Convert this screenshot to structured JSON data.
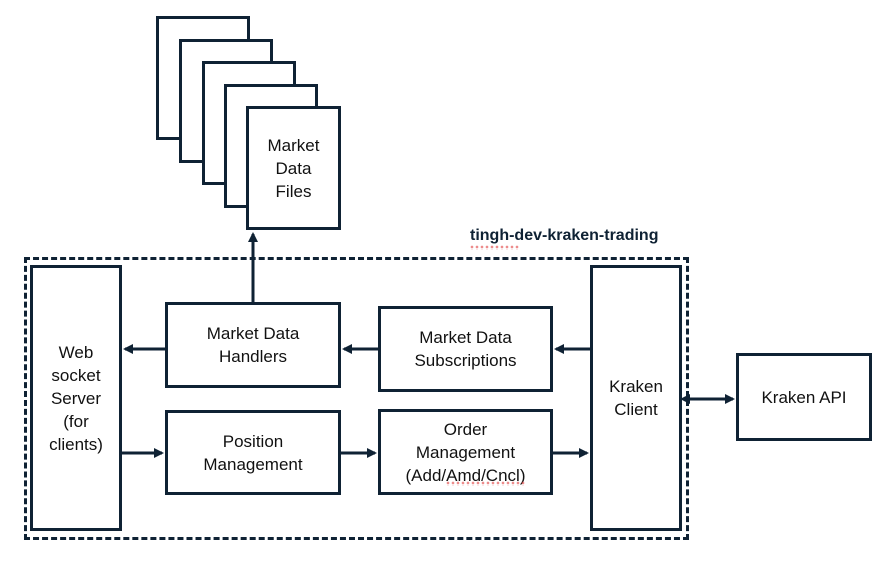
{
  "diagram": {
    "market_data_files": "Market\nData\nFiles",
    "boundary_label": "tingh-dev-kraken-trading",
    "web_socket_server": "Web\nsocket\nServer\n(for\nclients)",
    "market_data_handlers": "Market Data\nHandlers",
    "market_data_subscriptions": "Market Data\nSubscriptions",
    "position_management": "Position\nManagement",
    "order_management": "Order\nManagement\n(Add/Amd/Cncl)",
    "kraken_client": "Kraken\nClient",
    "kraken_api": "Kraken API"
  },
  "colors": {
    "stroke": "#0f2234",
    "text": "#111111",
    "background": "#ffffff"
  }
}
